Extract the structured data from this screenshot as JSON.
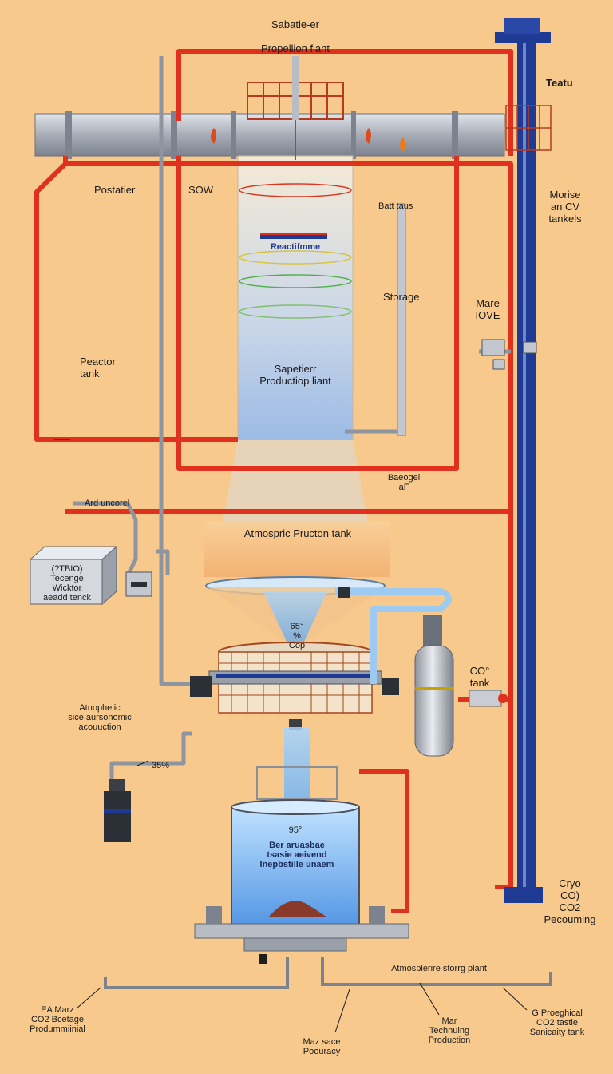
{
  "title": {
    "line1": "Sabatie-er",
    "line2": "Propellion flant"
  },
  "labels": {
    "teatu": "Teatu",
    "morise": "Morise\nan CV\ntankels",
    "postatier": "Postatier",
    "sow": "SOW",
    "batt_taus": "Batt  taus",
    "reaction_plate": "Reactifmme",
    "storage": "Storage",
    "mare_iove": "Mare\nIOVE",
    "peactor_tank": "Peactor\ntank",
    "sabatier_production": "Sapetierr\nProductiop liant",
    "baeogel": "Baeogel\naF",
    "ard_uncorel": "Ard uncorel",
    "atmospheric_production_tank": "Atmospric Pructon tank",
    "tank_box": "(?TBIO)\nTecenge\nWicktor\naeadd tenck",
    "pct_65": "65°\n%",
    "cop": "Cop",
    "co2_tank": "CO°\ntank",
    "atmospheric_acquisition": "Atnophelic\nsice aursonomic\nacouuction",
    "pct_35": "35%",
    "pct_95": "95°",
    "water_text": "Ber aruasbae\ntsasie aeivend\nInepbstille unaem",
    "cryo": "Cryo\nCO)\nCO2\nPecouming",
    "atmospheric_storage_plant": "Atmosplerire storrg plant",
    "ea_mare": "EA Marz\nCO2 Bcetage\nProdummiinial",
    "maz_sace": "Maz sace\nPoouracy",
    "mar_technology": "Mar\nTechnulng\nProduction",
    "geophysical": "G Proeghical\nCO2 tastle\nSanicaity tank"
  },
  "colors": {
    "background": "#f7c98c",
    "hot_pipe": "#e0301e",
    "cold_pipe": "#1f3a93",
    "steel": "#b8bcc4",
    "water": "#7fb8f0"
  }
}
